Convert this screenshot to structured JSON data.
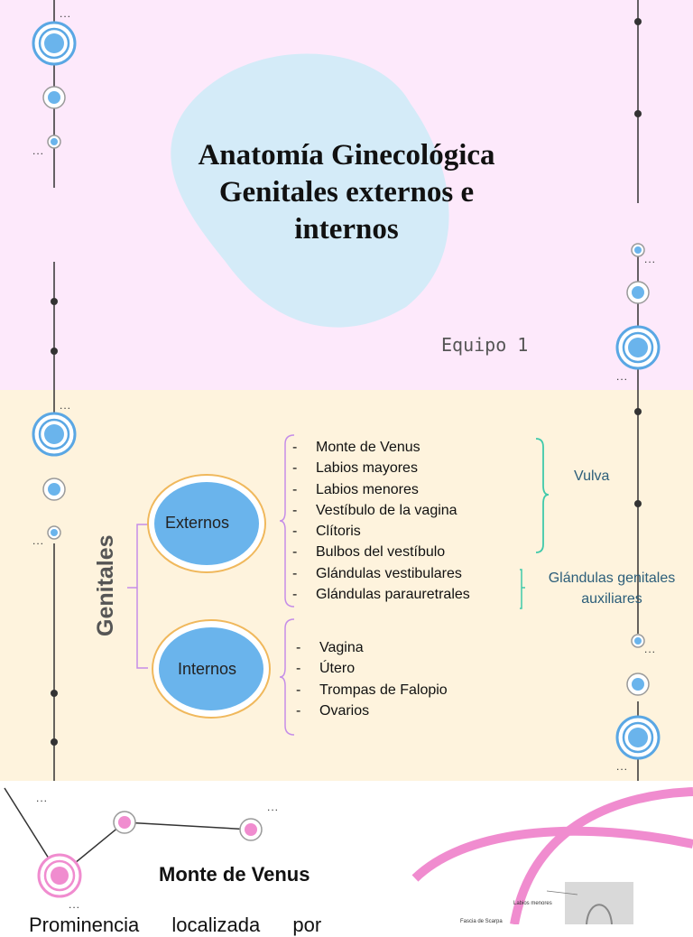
{
  "slide1": {
    "title_lines": [
      "Anatomía Ginecológica",
      "Genitales externos e",
      "internos"
    ],
    "team": "Equipo 1"
  },
  "slide2": {
    "vertical_label": "Genitales",
    "externos": {
      "label": "Externos",
      "items": [
        "Monte de Venus",
        "Labios mayores",
        "Labios menores",
        "Vestíbulo de la vagina",
        "Clítoris",
        "Bulbos del vestíbulo",
        "Glándulas vestibulares",
        "Glándulas parauretrales"
      ]
    },
    "internos": {
      "label": "Internos",
      "items": [
        "Vagina",
        "Útero",
        "Trompas de Falopio",
        "Ovarios"
      ]
    },
    "groups": {
      "vulva": "Vulva",
      "glandulas_line1": "Glándulas genitales",
      "glandulas_line2": "auxiliares"
    },
    "dash": "-"
  },
  "slide3": {
    "heading": "Monte de Venus",
    "paragraph_start": "Prominencia localizada por",
    "figure_labels": [
      "Labios menores",
      "Fascia de Scarpa"
    ]
  },
  "ellipsis": "...",
  "colors": {
    "slide1_bg": "#fde9fb",
    "slide2_bg": "#fef3dd",
    "blob": "#d4ebf8",
    "circle_blue": "#6ab4ec",
    "circle_pink": "#f08ccf",
    "bracket_purple": "#c58de8",
    "bracket_teal": "#3fc9aa",
    "oval_outline": "#f0b85c"
  }
}
